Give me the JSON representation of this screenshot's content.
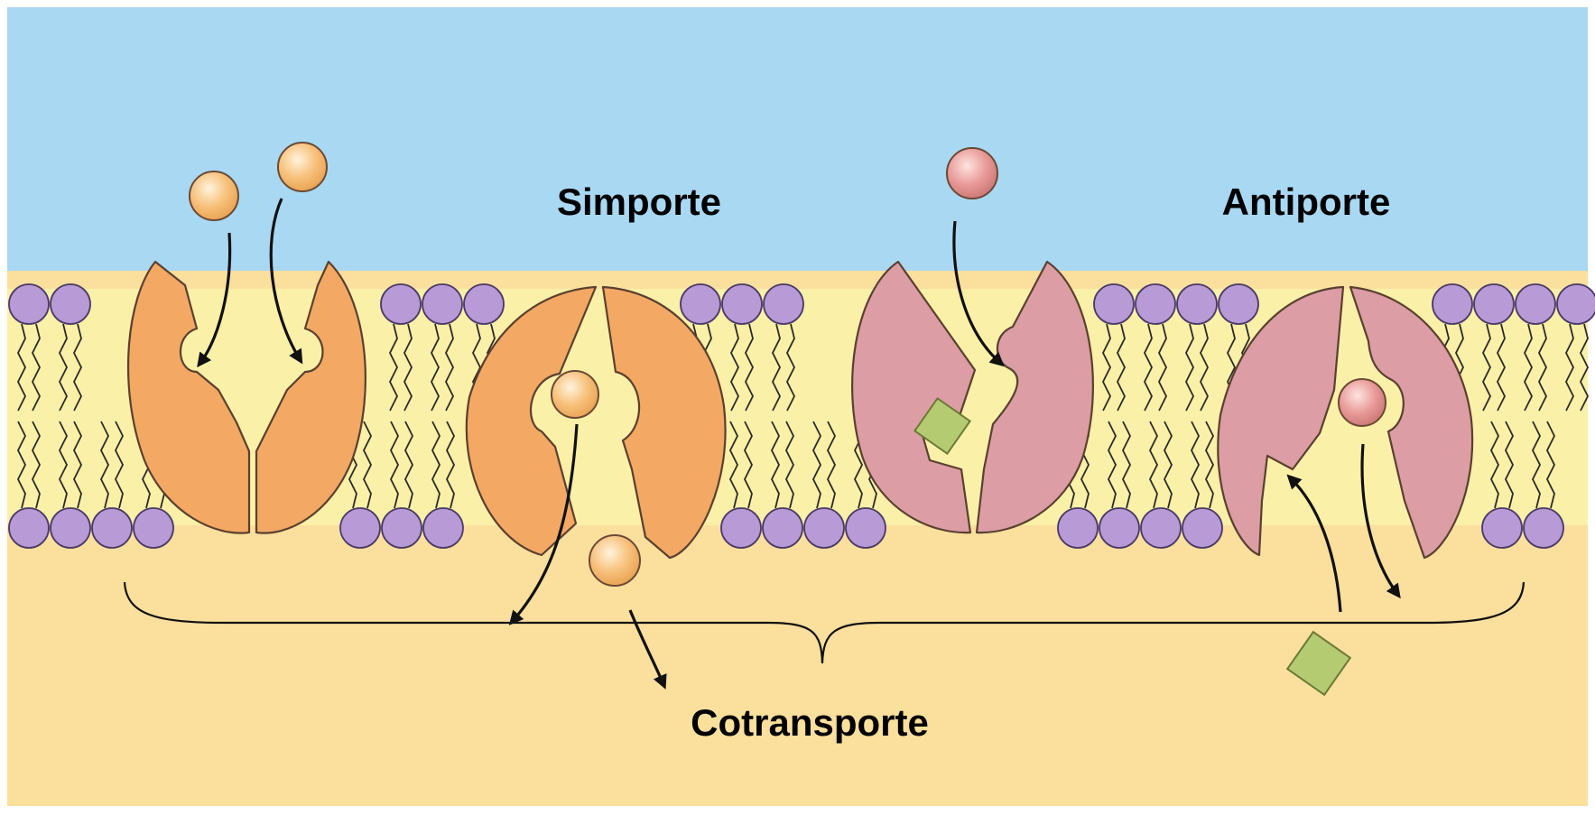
{
  "labels": {
    "symport": "Simporte",
    "antiport": "Antiporte",
    "cotransport": "Cotransporte"
  },
  "colors": {
    "extracellular": "#a9d8f2",
    "intracellular": "#fbdf9d",
    "membrane_core": "#fbf0a7",
    "lipid_head": "#b79ad6",
    "symport_protein": "#f3a864",
    "antiport_protein": "#dc9da5",
    "orange_molecule": "#f7c07a",
    "pink_molecule": "#e89a98",
    "green_molecule": "#b5cb72"
  }
}
